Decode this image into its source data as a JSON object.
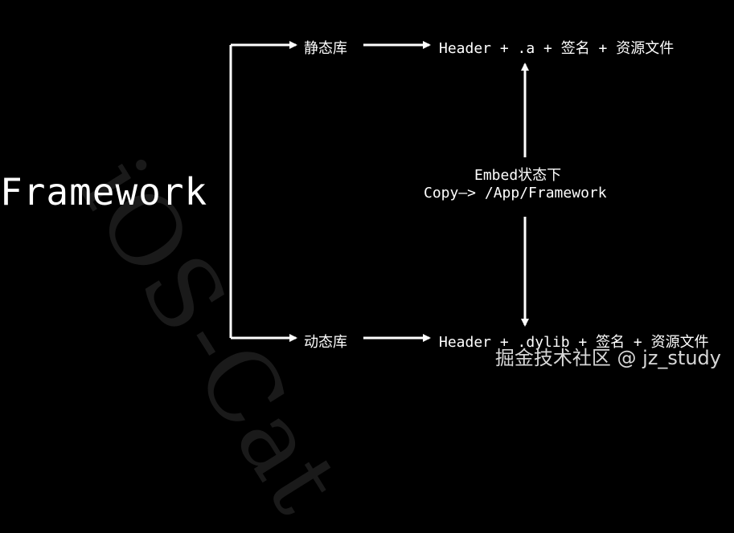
{
  "watermark": "iOS-Cat",
  "framework_label": "Framework",
  "static_branch": {
    "label": "静态库",
    "content": "Header + .a + 签名 + 资源文件"
  },
  "dynamic_branch": {
    "label": "动态库",
    "content": "Header + .dylib + 签名 + 资源文件"
  },
  "embed_note": {
    "line1": "Embed状态下",
    "line2": "Copy—> /App/Framework"
  },
  "brand_watermark": "掘金技术社区 @ jz_study",
  "colors": {
    "background": "#000000",
    "foreground": "#ffffff",
    "watermark": "#1a1a1a"
  }
}
